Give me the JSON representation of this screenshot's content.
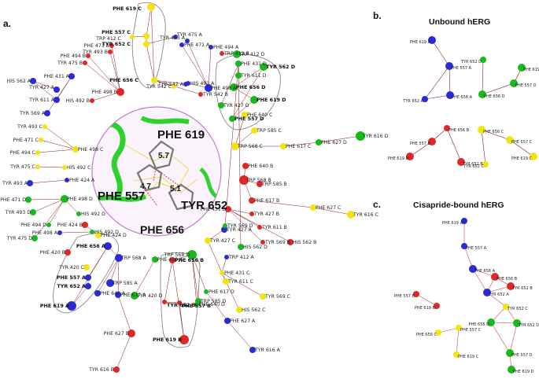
{
  "panels": {
    "a": "a.",
    "b": "b.",
    "c": "c."
  },
  "titles": {
    "b": "Unbound hERG",
    "c": "Cisapride-bound hERG"
  },
  "colors": {
    "A": "#2b2bd6",
    "B": "#e02727",
    "C": "#f4e30f",
    "D": "#19b81e",
    "edge": "#8b1a1a",
    "bridge": "#d24a4a"
  },
  "inset": {
    "phe619": "PHE 619",
    "phe557": "PHE 557",
    "tyr652": "TYR 652",
    "phe656": "PHE 656",
    "d1": "5.7",
    "d2": "4.7",
    "d3": "5.1"
  },
  "graph_a": {
    "nodes": [
      {
        "id": "n1",
        "label": "PHE 619 C",
        "chain": "C",
        "bold": true
      },
      {
        "id": "n2",
        "label": "PHE 557 C",
        "chain": "C",
        "bold": true
      },
      {
        "id": "n3",
        "label": "TYR 652 C",
        "chain": "C",
        "bold": true
      },
      {
        "id": "n4",
        "label": "TRP 412 C",
        "chain": "C"
      },
      {
        "id": "n5",
        "label": "TYR 475 A",
        "chain": "A"
      },
      {
        "id": "n6",
        "label": "PHE 471 A",
        "chain": "A"
      },
      {
        "id": "n7",
        "label": "PHE 494 A",
        "chain": "A"
      },
      {
        "id": "n8",
        "label": "PHE 471 B",
        "chain": "B"
      },
      {
        "id": "n9",
        "label": "TYR 493 B",
        "chain": "B"
      },
      {
        "id": "n10",
        "label": "PHE 494 B",
        "chain": "B"
      },
      {
        "id": "n11",
        "label": "TYR 475 B",
        "chain": "B"
      },
      {
        "id": "n12",
        "label": "TRP 412 B",
        "chain": "B"
      },
      {
        "id": "n13",
        "label": "TRP 412 D",
        "chain": "D"
      },
      {
        "id": "n14",
        "label": "TYR 427 A",
        "chain": "A"
      },
      {
        "id": "n15",
        "label": "HIS 562 A",
        "chain": "A"
      },
      {
        "id": "n16",
        "label": "TYR 611 A",
        "chain": "A"
      },
      {
        "id": "n17",
        "label": "TYR 569 A",
        "chain": "A"
      },
      {
        "id": "n18",
        "label": "PHE 431 A",
        "chain": "A"
      },
      {
        "id": "n19",
        "label": "HIS 492 B",
        "chain": "B"
      },
      {
        "id": "n20",
        "label": "PHE 498 B",
        "chain": "B"
      },
      {
        "id": "n21",
        "label": "PHE 656 C",
        "chain": "C",
        "bold": true
      },
      {
        "id": "n22",
        "label": "HIS 492 A",
        "chain": "A"
      },
      {
        "id": "n23",
        "label": "TYR 542 C",
        "chain": "C"
      },
      {
        "id": "n24",
        "label": "PHE 498 A",
        "chain": "A"
      },
      {
        "id": "n25",
        "label": "TYR 493 A",
        "chain": "A"
      },
      {
        "id": "n26",
        "label": "TYR 542 B",
        "chain": "B"
      },
      {
        "id": "n27",
        "label": "TYR 493 C",
        "chain": "C"
      },
      {
        "id": "n28",
        "label": "PHE 471 C",
        "chain": "C"
      },
      {
        "id": "n29",
        "label": "PHE 494 C",
        "chain": "C"
      },
      {
        "id": "n30",
        "label": "PHE 498 C",
        "chain": "C"
      },
      {
        "id": "n31",
        "label": "TYR 475 C",
        "chain": "C"
      },
      {
        "id": "n32",
        "label": "HIS 492 C",
        "chain": "C"
      },
      {
        "id": "n33",
        "label": "TYR 493 A",
        "chain": "A"
      },
      {
        "id": "n34",
        "label": "PHE 424 A",
        "chain": "A"
      },
      {
        "id": "n35",
        "label": "PHE 471 D",
        "chain": "D"
      },
      {
        "id": "n36",
        "label": "PHE 498 D",
        "chain": "D"
      },
      {
        "id": "n37",
        "label": "TYR 493 D",
        "chain": "D"
      },
      {
        "id": "n38",
        "label": "PHE 494 D",
        "chain": "D"
      },
      {
        "id": "n39",
        "label": "HIS 492 D",
        "chain": "D"
      },
      {
        "id": "n40",
        "label": "TYR 475 D",
        "chain": "D"
      },
      {
        "id": "n41",
        "label": "PHE 424 B",
        "chain": "B"
      },
      {
        "id": "n42",
        "label": "PHE 424 D",
        "chain": "C"
      },
      {
        "id": "n43",
        "label": "PHE 420 B",
        "chain": "B"
      },
      {
        "id": "n44",
        "label": "TYR 420 C",
        "chain": "C"
      },
      {
        "id": "n45",
        "label": "PHE 656 A",
        "chain": "A",
        "bold": true
      },
      {
        "id": "n46",
        "label": "PHE 557 A",
        "chain": "A",
        "bold": true
      },
      {
        "id": "n47",
        "label": "TYR 652 A",
        "chain": "A",
        "bold": true
      },
      {
        "id": "n48",
        "label": "PHE 619 A",
        "chain": "A",
        "bold": true
      },
      {
        "id": "n49",
        "label": "TRP 568 A",
        "chain": "A"
      },
      {
        "id": "n50",
        "label": "TRP 585 A",
        "chain": "A"
      },
      {
        "id": "n51",
        "label": "PHE 640 A",
        "chain": "A"
      },
      {
        "id": "n52",
        "label": "PHE 617 A",
        "chain": "A"
      },
      {
        "id": "n53",
        "label": "PHE 627 B",
        "chain": "B"
      },
      {
        "id": "n54",
        "label": "TYR 616 B",
        "chain": "B"
      },
      {
        "id": "n55",
        "label": "TYR 420 D",
        "chain": "D"
      },
      {
        "id": "n56",
        "label": "PHE 420 A",
        "chain": "D"
      },
      {
        "id": "n57",
        "label": "TRP 568 D",
        "chain": "D"
      },
      {
        "id": "n58",
        "label": "PHE 656 B",
        "chain": "B",
        "bold": true
      },
      {
        "id": "n59",
        "label": "TYR 652 B",
        "chain": "B",
        "bold": true
      },
      {
        "id": "n60",
        "label": "PHE 557 B",
        "chain": "B",
        "bold": true
      },
      {
        "id": "n61",
        "label": "PHE 619 B",
        "chain": "B",
        "bold": true
      },
      {
        "id": "n62",
        "label": "TRP 585 D",
        "chain": "D"
      },
      {
        "id": "n63",
        "label": "PHE 617 D",
        "chain": "D"
      },
      {
        "id": "n64",
        "label": "PHE 640 D",
        "chain": "D"
      },
      {
        "id": "n65",
        "label": "TYR 611 C",
        "chain": "C"
      },
      {
        "id": "n66",
        "label": "TYR 569 C",
        "chain": "C"
      },
      {
        "id": "n67",
        "label": "HIS 562 C",
        "chain": "C"
      },
      {
        "id": "n68",
        "label": "PHE 431 C",
        "chain": "C"
      },
      {
        "id": "n69",
        "label": "TYR 427 C",
        "chain": "C"
      },
      {
        "id": "n70",
        "label": "TYR 427 A",
        "chain": "A"
      },
      {
        "id": "n71",
        "label": "PHE 627 A",
        "chain": "A"
      },
      {
        "id": "n72",
        "label": "TYR 616 A",
        "chain": "A"
      },
      {
        "id": "n73",
        "label": "TYR 569 D",
        "chain": "D"
      },
      {
        "id": "n74",
        "label": "HIS 562 D",
        "chain": "D"
      },
      {
        "id": "n75",
        "label": "TYR 562 D",
        "chain": "D",
        "bold": true
      },
      {
        "id": "n76",
        "label": "PHE 431 D",
        "chain": "D"
      },
      {
        "id": "n77",
        "label": "TYR 611 D",
        "chain": "D"
      },
      {
        "id": "n78",
        "label": "PHE 656 D",
        "chain": "D",
        "bold": true
      },
      {
        "id": "n79",
        "label": "TYR 427 D",
        "chain": "D"
      },
      {
        "id": "n80",
        "label": "PHE 619 D",
        "chain": "D",
        "bold": true
      },
      {
        "id": "n81",
        "label": "PHE 557 D",
        "chain": "D",
        "bold": true
      },
      {
        "id": "n82",
        "label": "PHE 640 C",
        "chain": "C"
      },
      {
        "id": "n83",
        "label": "TRP 585 C",
        "chain": "C"
      },
      {
        "id": "n84",
        "label": "TRP 568 C",
        "chain": "C"
      },
      {
        "id": "n85",
        "label": "PHE 617 C",
        "chain": "C"
      },
      {
        "id": "n86",
        "label": "PHE 627 D",
        "chain": "D"
      },
      {
        "id": "n87",
        "label": "TYR 616 D",
        "chain": "D"
      },
      {
        "id": "n88",
        "label": "PHE 640 B",
        "chain": "B"
      },
      {
        "id": "n89",
        "label": "TRP 568 B",
        "chain": "B"
      },
      {
        "id": "n90",
        "label": "TRP 585 B",
        "chain": "B"
      },
      {
        "id": "n91",
        "label": "PHE 617 B",
        "chain": "B"
      },
      {
        "id": "n92",
        "label": "PHE 627 C",
        "chain": "C"
      },
      {
        "id": "n93",
        "label": "TYR 616 C",
        "chain": "C"
      },
      {
        "id": "n94",
        "label": "PHE 431 B",
        "chain": "B"
      },
      {
        "id": "n95",
        "label": "TYR 427 B",
        "chain": "B"
      },
      {
        "id": "n96",
        "label": "TYR 611 B",
        "chain": "B"
      },
      {
        "id": "n97",
        "label": "HIS 562 B",
        "chain": "B"
      },
      {
        "id": "n98",
        "label": "TYR 569 B",
        "chain": "B"
      },
      {
        "id": "n99",
        "label": "TYR 542 A",
        "chain": "A"
      },
      {
        "id": "n100",
        "label": "TRP 412 A",
        "chain": "A"
      },
      {
        "id": "n101",
        "label": "HIS 492 D",
        "chain": "D"
      },
      {
        "id": "n102",
        "label": "PHE 498 A",
        "chain": "A"
      }
    ],
    "edges": [
      [
        "n1",
        "n2"
      ],
      [
        "n2",
        "n3"
      ],
      [
        "n3",
        "n21"
      ],
      [
        "n1",
        "n21"
      ],
      [
        "n2",
        "n4"
      ],
      [
        "n3",
        "n5"
      ],
      [
        "n12",
        "n13"
      ],
      [
        "n14",
        "n15"
      ],
      [
        "n15",
        "n16"
      ],
      [
        "n16",
        "n18"
      ],
      [
        "n17",
        "n18"
      ],
      [
        "n20",
        "n8"
      ],
      [
        "n20",
        "n9"
      ],
      [
        "n20",
        "n10"
      ],
      [
        "n20",
        "n11"
      ],
      [
        "n20",
        "n19"
      ],
      [
        "n24",
        "n6"
      ],
      [
        "n24",
        "n7"
      ],
      [
        "n24",
        "n22"
      ],
      [
        "n24",
        "n25"
      ],
      [
        "n30",
        "n27"
      ],
      [
        "n30",
        "n28"
      ],
      [
        "n30",
        "n29"
      ],
      [
        "n32",
        "n31"
      ],
      [
        "n36",
        "n35"
      ],
      [
        "n36",
        "n37"
      ],
      [
        "n36",
        "n38"
      ],
      [
        "n36",
        "n39"
      ],
      [
        "n36",
        "n40"
      ],
      [
        "n34",
        "n33"
      ],
      [
        "n41",
        "n42"
      ],
      [
        "n45",
        "n46"
      ],
      [
        "n46",
        "n47"
      ],
      [
        "n47",
        "n48"
      ],
      [
        "n45",
        "n48"
      ],
      [
        "n49",
        "n45"
      ],
      [
        "n49",
        "n50"
      ],
      [
        "n49",
        "n51"
      ],
      [
        "n49",
        "n52"
      ],
      [
        "n52",
        "n53"
      ],
      [
        "n53",
        "n54"
      ],
      [
        "n57",
        "n58"
      ],
      [
        "n57",
        "n62"
      ],
      [
        "n57",
        "n63"
      ],
      [
        "n57",
        "n64"
      ],
      [
        "n63",
        "n71"
      ],
      [
        "n71",
        "n72"
      ],
      [
        "n58",
        "n59"
      ],
      [
        "n59",
        "n60"
      ],
      [
        "n60",
        "n61"
      ],
      [
        "n58",
        "n61"
      ],
      [
        "n68",
        "n65"
      ],
      [
        "n68",
        "n66"
      ],
      [
        "n68",
        "n67"
      ],
      [
        "n68",
        "n69"
      ],
      [
        "n69",
        "n70"
      ],
      [
        "n100",
        "n68"
      ],
      [
        "n76",
        "n73"
      ],
      [
        "n76",
        "n74"
      ],
      [
        "n76",
        "n77"
      ],
      [
        "n76",
        "n79"
      ],
      [
        "n78",
        "n80"
      ],
      [
        "n80",
        "n81"
      ],
      [
        "n81",
        "n75"
      ],
      [
        "n75",
        "n78"
      ],
      [
        "n84",
        "n82"
      ],
      [
        "n84",
        "n83"
      ],
      [
        "n84",
        "n85"
      ],
      [
        "n85",
        "n86"
      ],
      [
        "n86",
        "n87"
      ],
      [
        "n89",
        "n88"
      ],
      [
        "n89",
        "n90"
      ],
      [
        "n89",
        "n91"
      ],
      [
        "n91",
        "n92"
      ],
      [
        "n92",
        "n93"
      ],
      [
        "n94",
        "n95"
      ],
      [
        "n94",
        "n96"
      ],
      [
        "n94",
        "n97"
      ],
      [
        "n94",
        "n98"
      ],
      [
        "n55",
        "n56"
      ],
      [
        "n99",
        "n21"
      ],
      [
        "n101",
        "n102"
      ],
      [
        "n26",
        "n21"
      ],
      [
        "n23",
        "n21"
      ]
    ]
  },
  "graph_b": {
    "nodes": [
      {
        "id": "b1",
        "label": "PHE 619 A",
        "chain": "A"
      },
      {
        "id": "b2",
        "label": "PHE 557 A",
        "chain": "A"
      },
      {
        "id": "b3",
        "label": "PHE 656 A",
        "chain": "A"
      },
      {
        "id": "b4",
        "label": "TYR 652 A",
        "chain": "A"
      },
      {
        "id": "b5",
        "label": "TYR 652 D",
        "chain": "D"
      },
      {
        "id": "b6",
        "label": "PHE 656 D",
        "chain": "D"
      },
      {
        "id": "b7",
        "label": "PHE 619 D",
        "chain": "D"
      },
      {
        "id": "b8",
        "label": "PHE 557 D",
        "chain": "D"
      },
      {
        "id": "b9",
        "label": "PHE 656 B",
        "chain": "B"
      },
      {
        "id": "b10",
        "label": "PHE 557 B",
        "chain": "B"
      },
      {
        "id": "b11",
        "label": "PHE 619 B",
        "chain": "B"
      },
      {
        "id": "b12",
        "label": "TYR 652 B",
        "chain": "B"
      },
      {
        "id": "b13",
        "label": "PHE 656 C",
        "chain": "C"
      },
      {
        "id": "b14",
        "label": "PHE 557 C",
        "chain": "C"
      },
      {
        "id": "b15",
        "label": "PHE 619 C",
        "chain": "C"
      },
      {
        "id": "b16",
        "label": "TYR 652 C",
        "chain": "C"
      }
    ],
    "edges": [
      [
        "b1",
        "b2"
      ],
      [
        "b2",
        "b3"
      ],
      [
        "b3",
        "b4"
      ],
      [
        "b2",
        "b4"
      ],
      [
        "b5",
        "b6"
      ],
      [
        "b7",
        "b8"
      ],
      [
        "b8",
        "b6"
      ],
      [
        "b9",
        "b10"
      ],
      [
        "b10",
        "b11"
      ],
      [
        "b9",
        "b12"
      ],
      [
        "b13",
        "b14"
      ],
      [
        "b14",
        "b15"
      ],
      [
        "b13",
        "b16"
      ]
    ]
  },
  "graph_c": {
    "nodes": [
      {
        "id": "c1",
        "label": "PHE 619 A",
        "chain": "A"
      },
      {
        "id": "c2",
        "label": "PHE 557 A",
        "chain": "A"
      },
      {
        "id": "c3",
        "label": "PHE 656 A",
        "chain": "A"
      },
      {
        "id": "c4",
        "label": "PHE 656 B",
        "chain": "B"
      },
      {
        "id": "c5",
        "label": "TYR 652 B",
        "chain": "B"
      },
      {
        "id": "c6",
        "label": "TYR 652 A",
        "chain": "A"
      },
      {
        "id": "c7",
        "label": "PHE 557 B",
        "chain": "B"
      },
      {
        "id": "c8",
        "label": "PHE 619 B",
        "chain": "B"
      },
      {
        "id": "c9",
        "label": "TYR 652 C",
        "chain": "C"
      },
      {
        "id": "c10",
        "label": "PHE 656 D",
        "chain": "D"
      },
      {
        "id": "c11",
        "label": "TYR 652 D",
        "chain": "D"
      },
      {
        "id": "c12",
        "label": "PHE 557 D",
        "chain": "D"
      },
      {
        "id": "c13",
        "label": "PHE 619 D",
        "chain": "D"
      },
      {
        "id": "c14",
        "label": "PHE 656 C",
        "chain": "C"
      },
      {
        "id": "c15",
        "label": "PHE 557 C",
        "chain": "C"
      },
      {
        "id": "c16",
        "label": "PHE 619 C",
        "chain": "C"
      }
    ],
    "edges": [
      [
        "c1",
        "c2"
      ],
      [
        "c2",
        "c3"
      ],
      [
        "c3",
        "c6"
      ],
      [
        "c3",
        "c4"
      ],
      [
        "c4",
        "c5"
      ],
      [
        "c4",
        "c6"
      ],
      [
        "c5",
        "c6"
      ],
      [
        "c7",
        "c8"
      ],
      [
        "c9",
        "c10"
      ],
      [
        "c9",
        "c11"
      ],
      [
        "c10",
        "c11"
      ],
      [
        "c10",
        "c12"
      ],
      [
        "c11",
        "c12"
      ],
      [
        "c12",
        "c13"
      ],
      [
        "c14",
        "c15"
      ],
      [
        "c15",
        "c16"
      ],
      [
        "c6",
        "c9"
      ]
    ]
  }
}
